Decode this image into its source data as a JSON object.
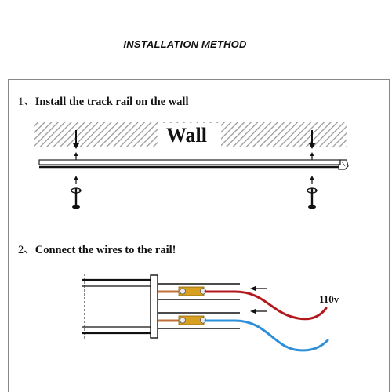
{
  "title": "INSTALLATION METHOD",
  "steps": [
    {
      "number": "1、",
      "text": "Install the track rail on the wall"
    },
    {
      "number": "2、",
      "text": "Connect the wires to the rail!"
    }
  ],
  "wall_label": "Wall",
  "voltage_label": "110v",
  "colors": {
    "hatch": "#9a9a9a",
    "wire_red": "#b3191c",
    "wire_blue": "#2d8fd8",
    "brass": "#d8a020",
    "copper": "#c0703a"
  }
}
